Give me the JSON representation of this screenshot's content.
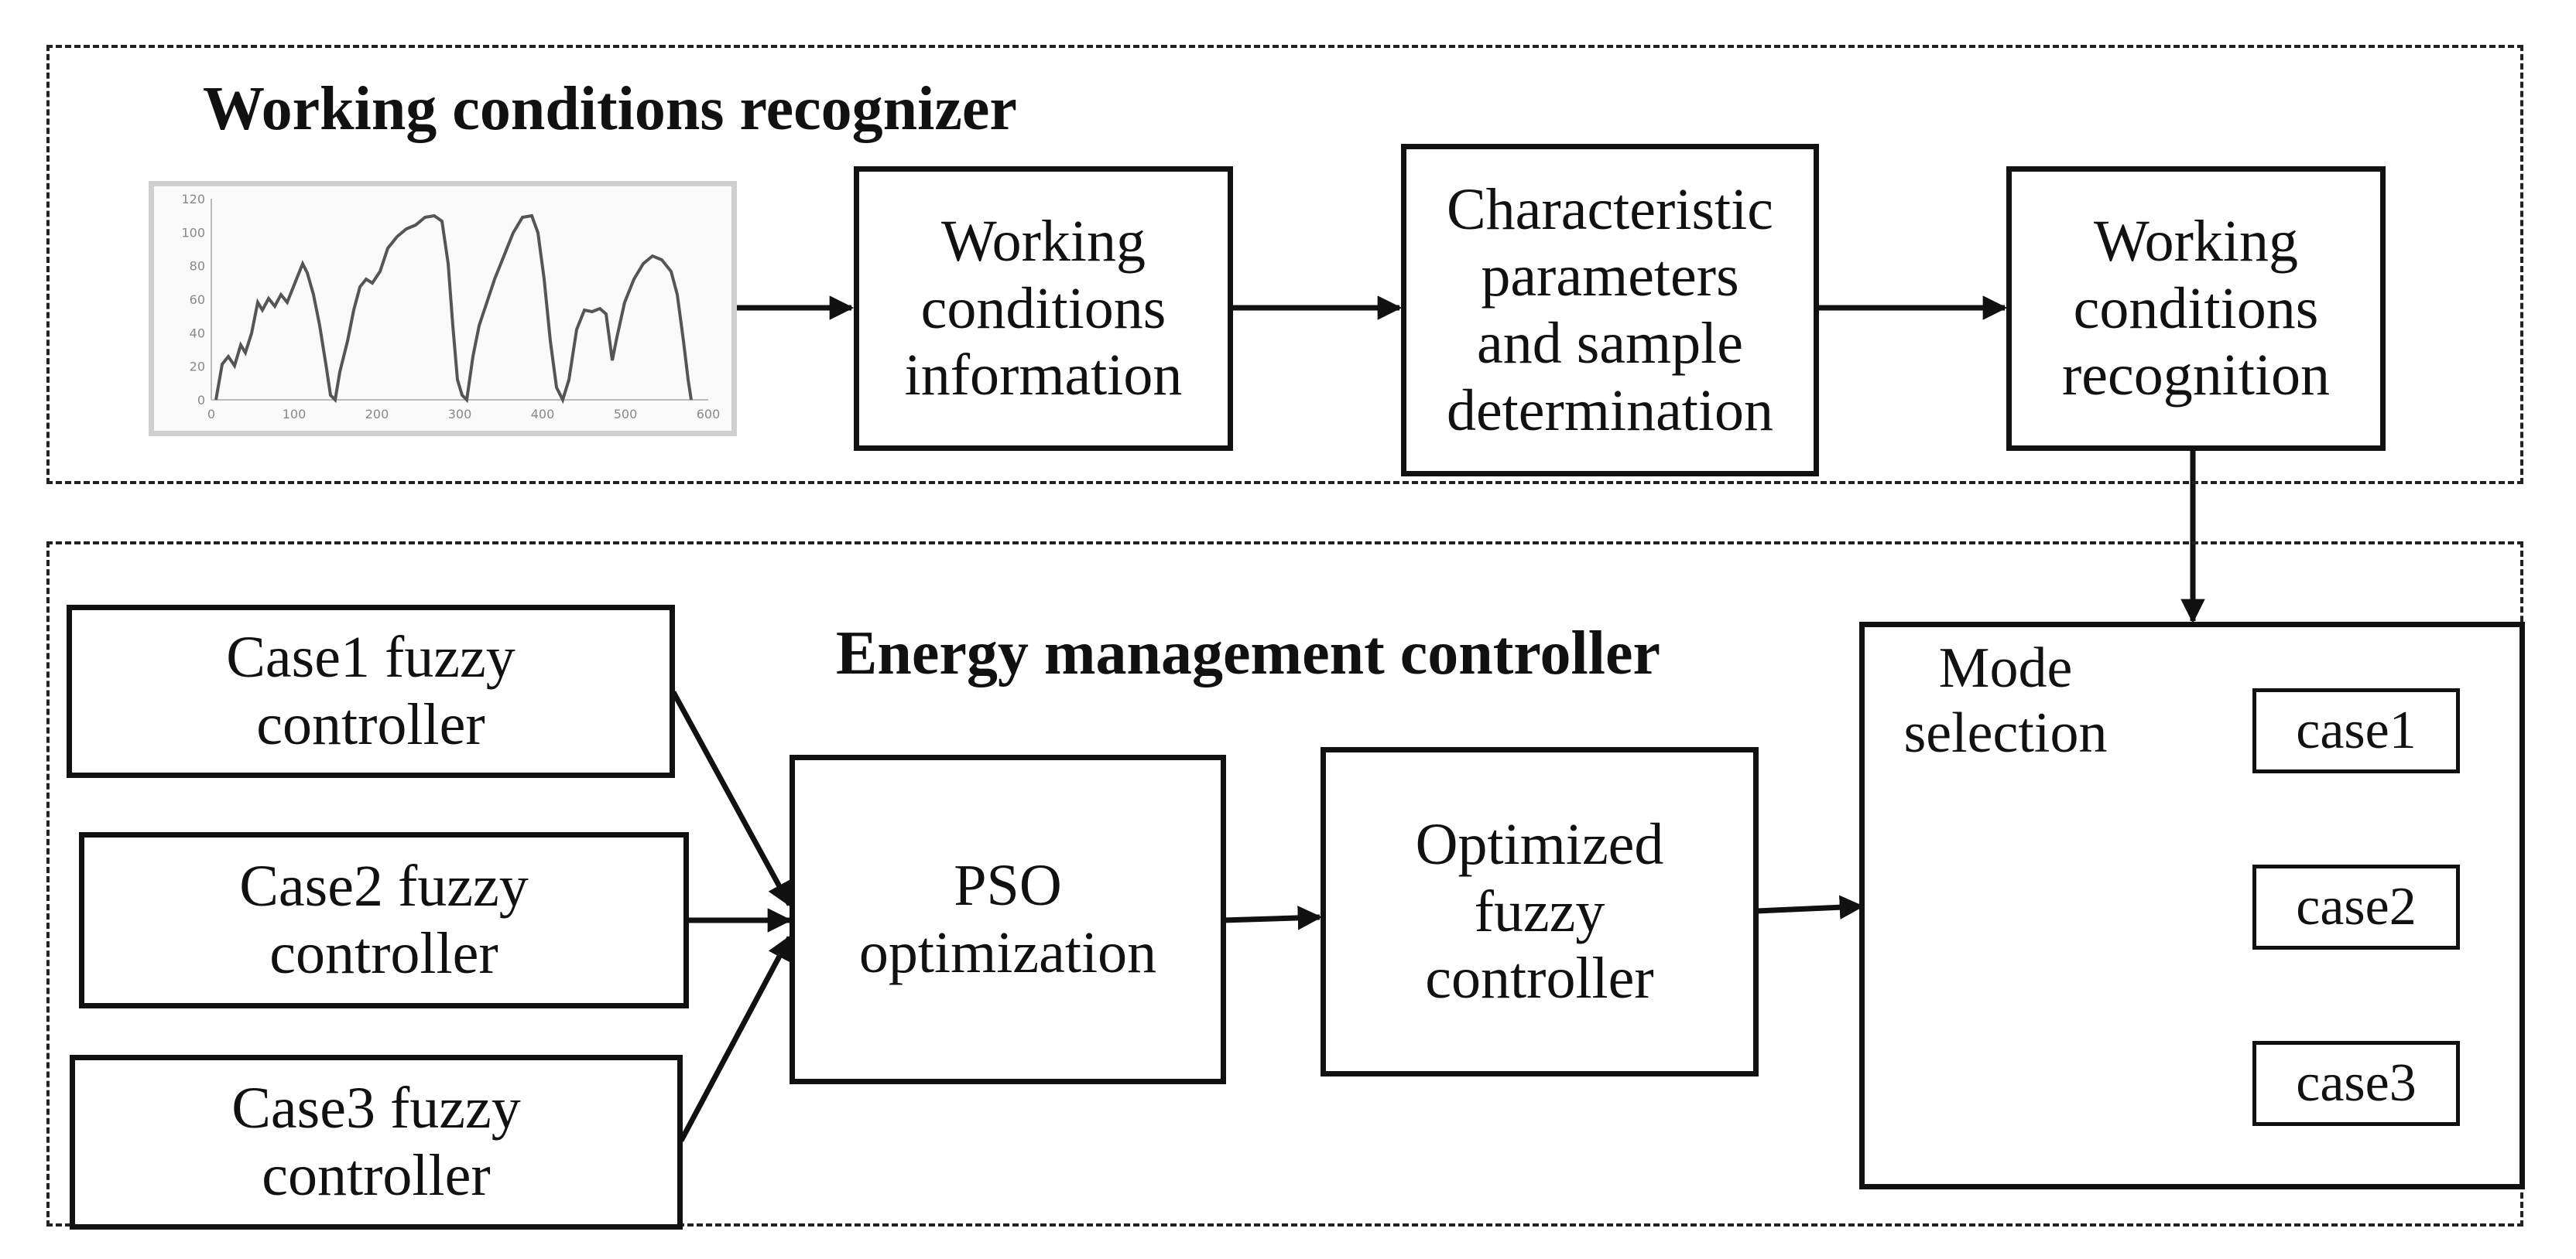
{
  "recognizer": {
    "title": "Working conditions recognizer",
    "step1": "Working\nconditions\ninformation",
    "step2": "Characteristic\nparameters\nand sample\ndetermination",
    "step3": "Working\nconditions\nrecognition"
  },
  "cycle_plot": {
    "y_ticks": [
      "0",
      "20",
      "40",
      "60",
      "80",
      "100",
      "120"
    ],
    "x_ticks": [
      "0",
      "100",
      "200",
      "300",
      "400",
      "500",
      "600"
    ],
    "trace_color": "#555555"
  },
  "controller": {
    "title": "Energy management controller",
    "case1_fuzzy": "Case1 fuzzy\ncontroller",
    "case2_fuzzy": "Case2 fuzzy\ncontroller",
    "case3_fuzzy": "Case3 fuzzy\ncontroller",
    "pso": "PSO\noptimization",
    "optimized": "Optimized\nfuzzy\ncontroller",
    "mode_selection": "Mode\nselection",
    "case1": "case1",
    "case2": "case2",
    "case3": "case3"
  }
}
